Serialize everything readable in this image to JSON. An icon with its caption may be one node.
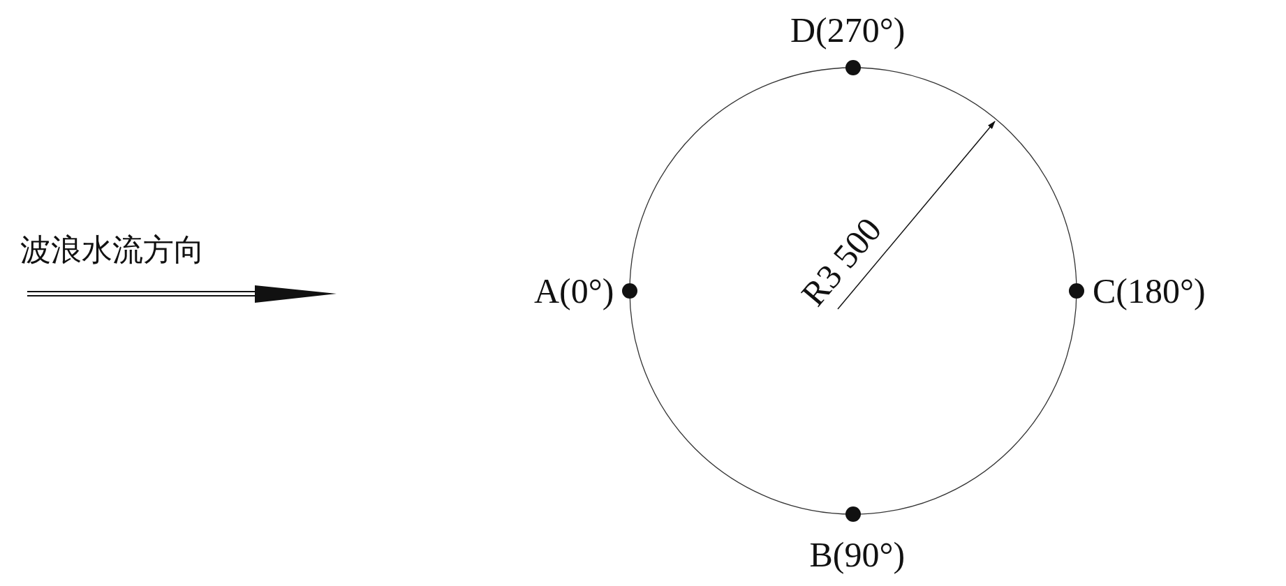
{
  "diagram": {
    "labels": [
      "D(270°)",
      "波浪水流方向",
      "A(0°)",
      "R3 500",
      "C(180°)",
      "B(90°)"
    ]
  }
}
